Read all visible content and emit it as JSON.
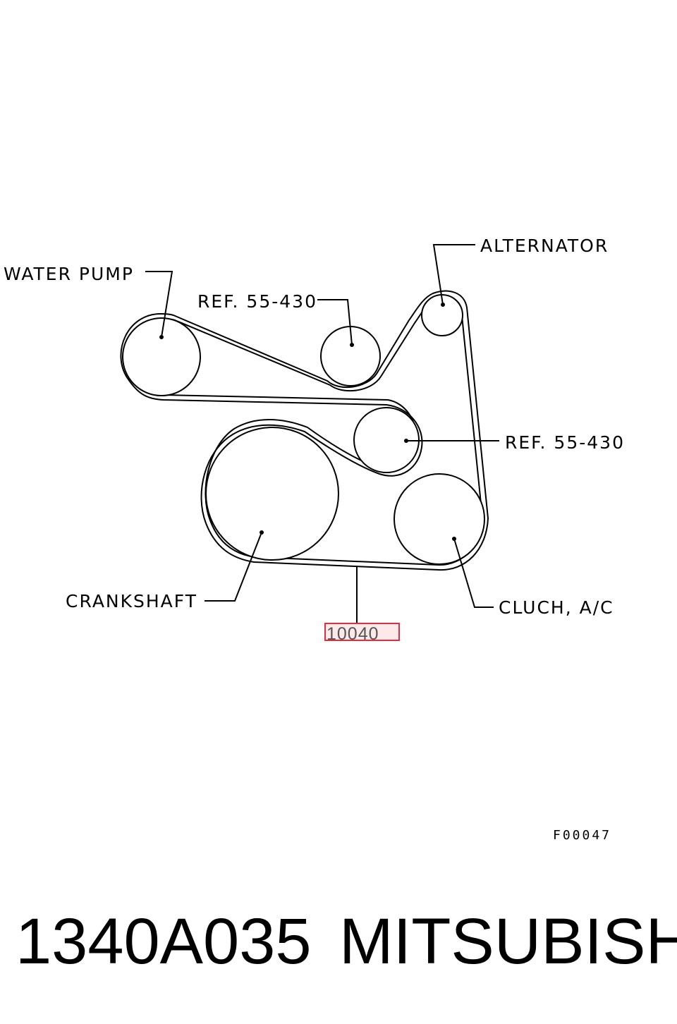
{
  "labels": {
    "water_pump": "WATER  PUMP",
    "alternator": "ALTERNATOR",
    "ref_top": "REF. 55-430",
    "ref_right": "REF. 55-430",
    "crankshaft": "CRANKSHAFT",
    "clutch_ac": "CLUCH, A/C"
  },
  "part_callout": "10040",
  "figure_code": "F00047",
  "footer": {
    "part_number": "1340A035",
    "brand": "MITSUBISHI"
  },
  "colors": {
    "highlight_stroke": "#e03040",
    "highlight_fill": "#fde8ea"
  }
}
